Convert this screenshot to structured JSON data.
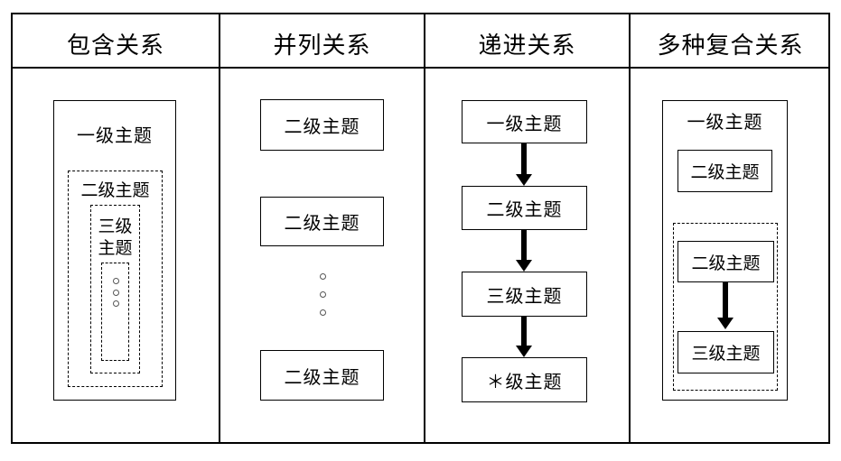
{
  "figure": {
    "type": "diagram",
    "description": "four-column table of mind-map topic relationship types"
  },
  "colors": {
    "line": "#000000",
    "background": "#ffffff",
    "text": "#000000"
  },
  "columns": {
    "containment": {
      "header": "包含关系",
      "level1": "一级主题",
      "level2": "二级主题",
      "level3_line1": "三级",
      "level3_line2": "主题"
    },
    "parallel": {
      "header": "并列关系",
      "box1": "二级主题",
      "box2": "二级主题",
      "box3": "二级主题"
    },
    "progressive": {
      "header": "递进关系",
      "box1": "一级主题",
      "box2": "二级主题",
      "box3": "三级主题",
      "box4": "＊级主题"
    },
    "composite": {
      "header": "多种复合关系",
      "level1": "一级主题",
      "box1": "二级主题",
      "nested_box1": "二级主题",
      "nested_box2": "三级主题"
    }
  }
}
